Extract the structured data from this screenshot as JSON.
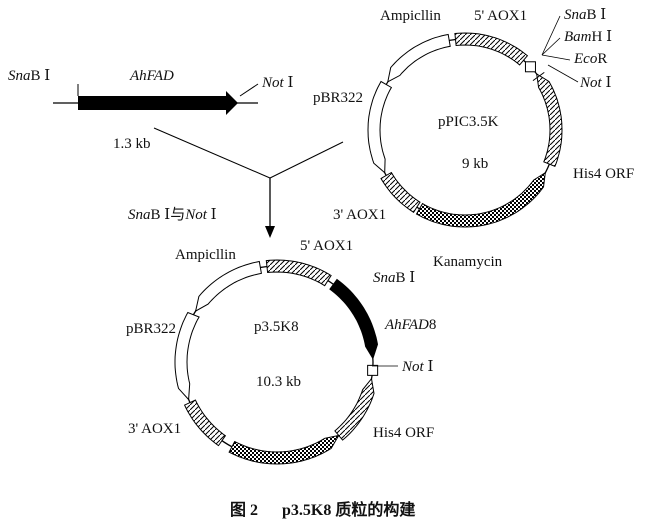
{
  "insert": {
    "name": "AhFAD",
    "size": "1.3 kb",
    "left_site": {
      "italic": "Sna",
      "rest": "B Ⅰ"
    },
    "right_site": {
      "italic": "Not",
      "rest": " Ⅰ"
    }
  },
  "digest": {
    "enzyme1": {
      "italic": "Sna",
      "rest": "B Ⅰ"
    },
    "connector": "与",
    "enzyme2": {
      "italic": "Not",
      "rest": " Ⅰ"
    }
  },
  "vector": {
    "name": "pPIC3.5K",
    "size": "9 kb",
    "labels": {
      "ampicillin": "Ampicllin",
      "aox5": "5' AOX1",
      "snab": {
        "italic": "Sna",
        "rest": "B Ⅰ"
      },
      "bamh": {
        "italic": "Bam",
        "rest": "H Ⅰ"
      },
      "ecor": {
        "italic": "Eco",
        "rest": "R"
      },
      "not": {
        "italic": "Not",
        "rest": " Ⅰ"
      },
      "pbr322": "pBR322",
      "his4": "His4 ORF",
      "aox3": "3' AOX1",
      "kanamycin": "Kanamycin"
    }
  },
  "product": {
    "name": "p3.5K8",
    "size": "10.3 kb",
    "labels": {
      "ampicillin": "Ampicllin",
      "aox5": "5' AOX1",
      "snab": {
        "italic": "Sna",
        "rest": "B Ⅰ"
      },
      "ahfad": {
        "italic": "AhFAD",
        "rest": "8"
      },
      "not": {
        "italic": "Not",
        "rest": " Ⅰ"
      },
      "pbr322": "pBR322",
      "his4": "His4 ORF",
      "aox3": "3' AOX1"
    }
  },
  "caption": {
    "figure_no": "图 2",
    "title": "p3.5K8 质粒的构建"
  }
}
